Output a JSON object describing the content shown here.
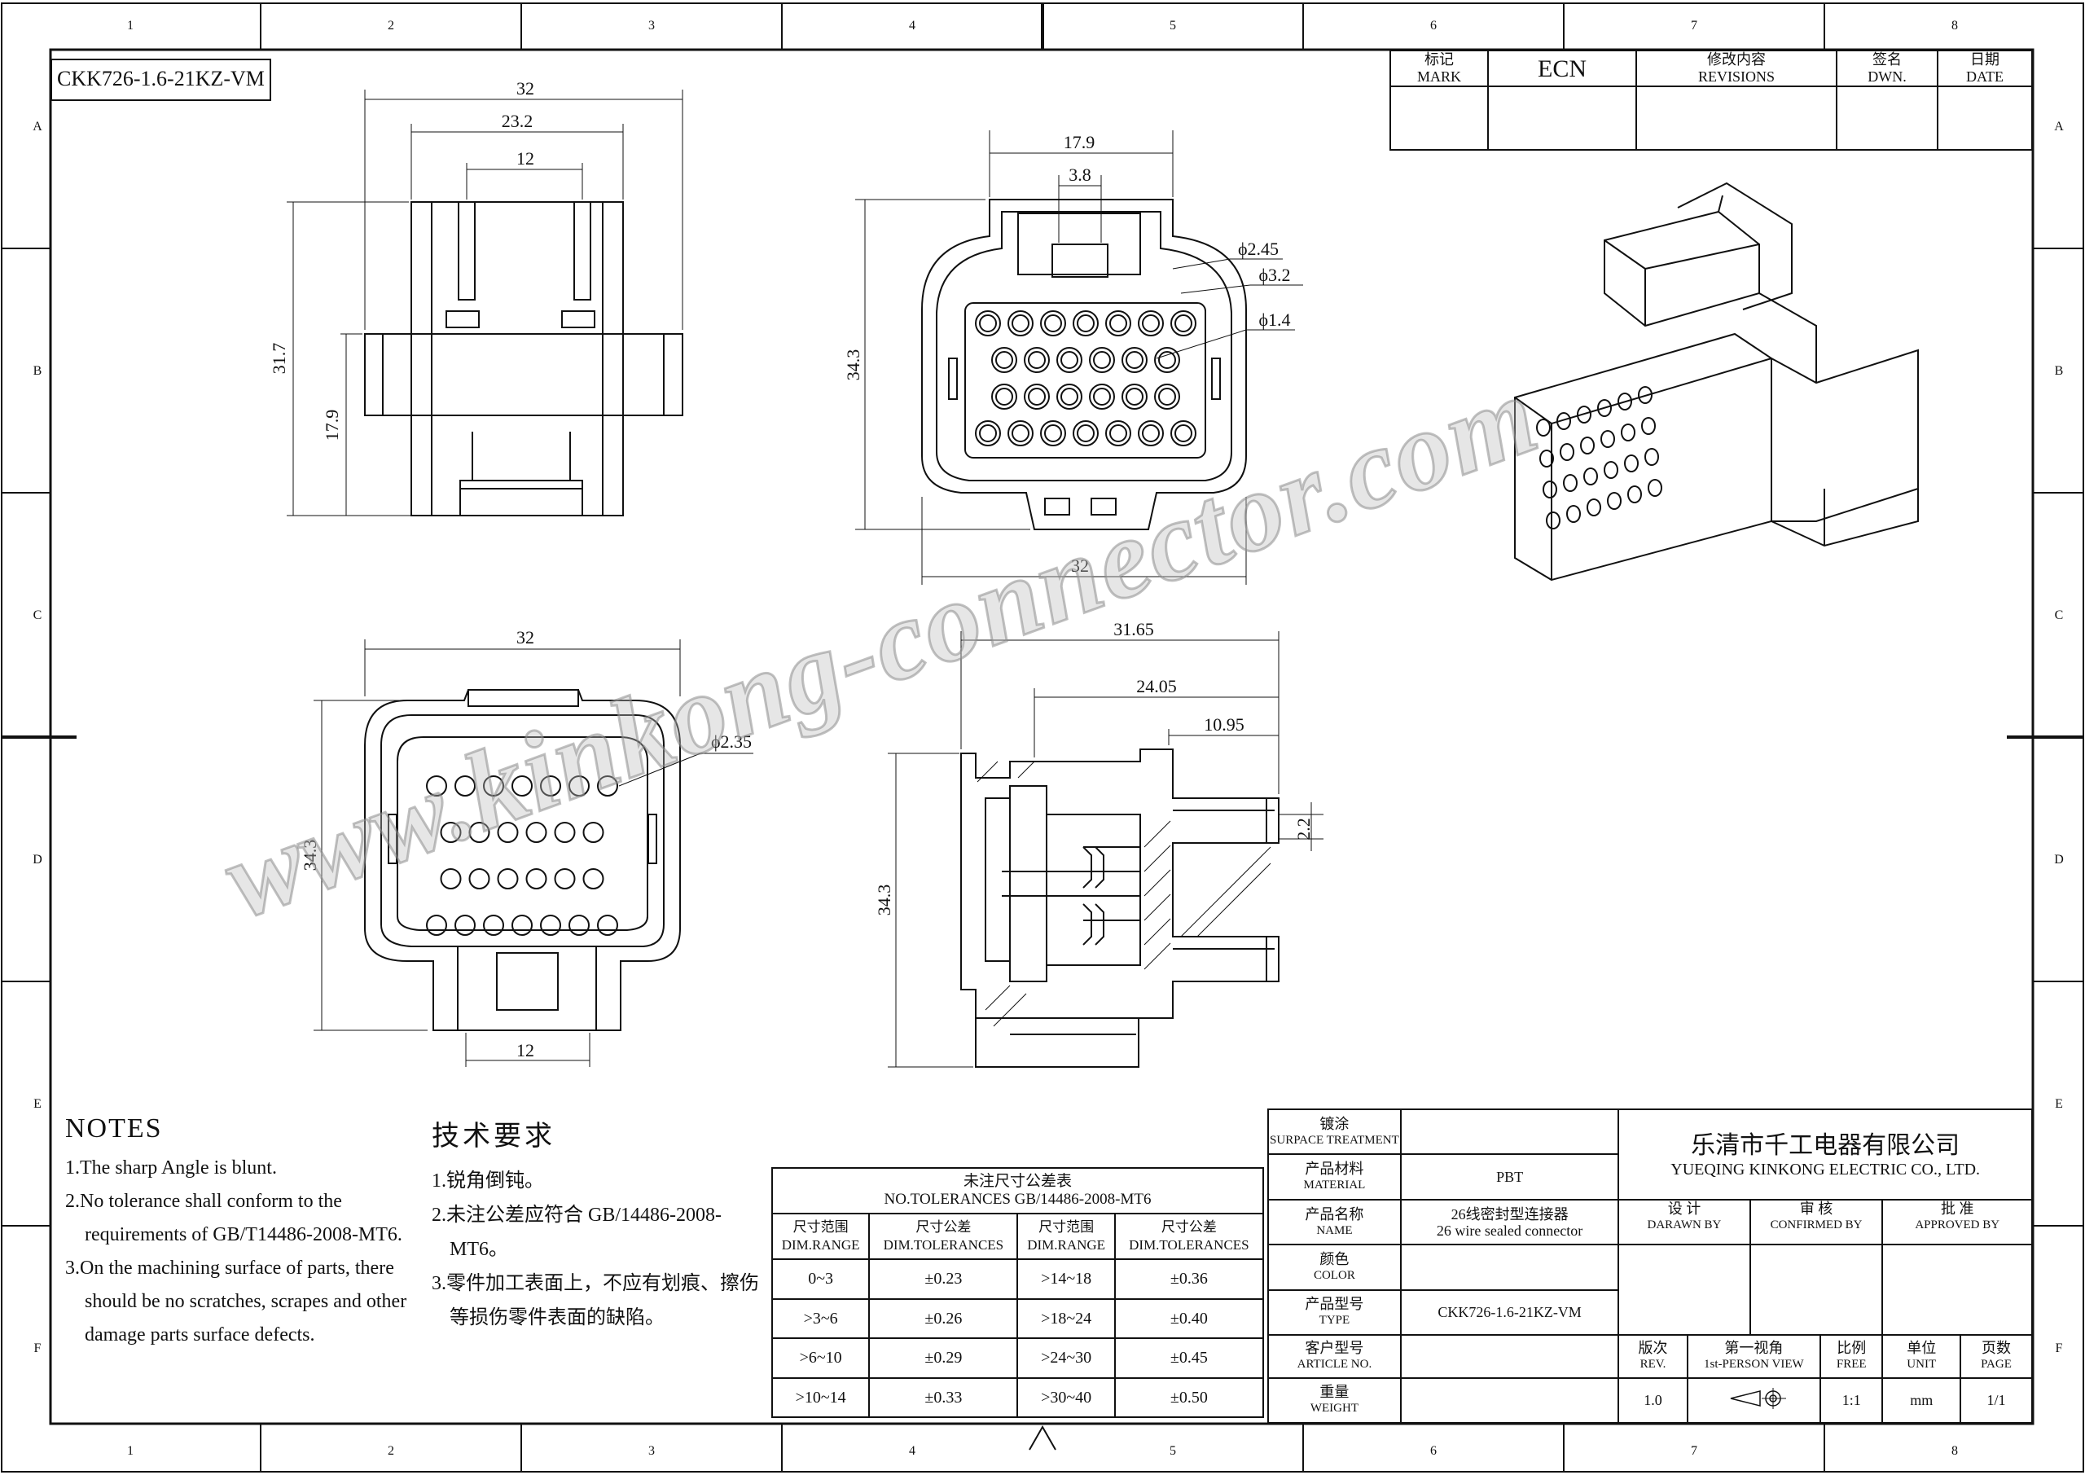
{
  "part_number": "CKK726-1.6-21KZ-VM",
  "zones": {
    "columns": [
      "1",
      "2",
      "3",
      "4",
      "5",
      "6",
      "7",
      "8"
    ],
    "rows": [
      "A",
      "B",
      "C",
      "D",
      "E",
      "F"
    ]
  },
  "revision_table": {
    "headers": [
      {
        "cn": "标记",
        "en": "MARK"
      },
      {
        "cn": "ECN",
        "en": ""
      },
      {
        "cn": "修改内容",
        "en": "REVISIONS"
      },
      {
        "cn": "签名",
        "en": "DWN."
      },
      {
        "cn": "日期",
        "en": "DATE"
      }
    ]
  },
  "views": {
    "top_view": {
      "width_overall": "32",
      "width_mid": "23.2",
      "width_inner": "12",
      "height_overall": "31.7",
      "height_lower": "17.9"
    },
    "front_view": {
      "width_top": "17.9",
      "width_latch": "3.8",
      "width_overall": "32",
      "height": "34.3",
      "dia_1": "ϕ2.45",
      "dia_2": "ϕ3.2",
      "dia_3": "ϕ1.4"
    },
    "rear_view": {
      "width_overall": "32",
      "width_bottom": "12",
      "height": "34.3",
      "dia": "ϕ2.35"
    },
    "side_view": {
      "length_overall": "31.65",
      "length_mid": "24.05",
      "length_short": "10.95",
      "pin_offset": "2.2",
      "height": "34.3"
    }
  },
  "watermark": "www.kinkong-connector.com",
  "notes_en": {
    "title": "NOTES",
    "items": [
      "1.The sharp Angle is blunt.",
      "2.No tolerance shall conform to the requirements of GB/T14486-2008-MT6.",
      "3.On the machining surface of parts, there should be no scratches, scrapes and other damage parts surface defects."
    ]
  },
  "notes_cn": {
    "title": "技术要求",
    "items": [
      "1.锐角倒钝。",
      "2.未注公差应符合 GB/14486-2008-MT6。",
      "3.零件加工表面上，不应有划痕、擦伤等损伤零件表面的缺陷。"
    ]
  },
  "tolerance_table": {
    "title_cn": "未注尺寸公差表",
    "title_en": "NO.TOLERANCES GB/14486-2008-MT6",
    "headers": [
      {
        "cn": "尺寸范围",
        "en": "DIM.RANGE"
      },
      {
        "cn": "尺寸公差",
        "en": "DIM.TOLERANCES"
      },
      {
        "cn": "尺寸范围",
        "en": "DIM.RANGE"
      },
      {
        "cn": "尺寸公差",
        "en": "DIM.TOLERANCES"
      }
    ],
    "rows": [
      [
        "0~3",
        "±0.23",
        ">14~18",
        "±0.36"
      ],
      [
        ">3~6",
        "±0.26",
        ">18~24",
        "±0.40"
      ],
      [
        ">6~10",
        "±0.29",
        ">24~30",
        "±0.45"
      ],
      [
        ">10~14",
        "±0.33",
        ">30~40",
        "±0.50"
      ]
    ]
  },
  "title_block": {
    "fields": [
      {
        "cn": "镀涂",
        "en": "SURPACE TREATMENT",
        "value": ""
      },
      {
        "cn": "产品材料",
        "en": "MATERIAL",
        "value": "PBT"
      },
      {
        "cn": "产品名称",
        "en": "NAME",
        "value": "26线密封型连接器",
        "value2": "26 wire sealed connector"
      },
      {
        "cn": "颜色",
        "en": "COLOR",
        "value": ""
      },
      {
        "cn": "产品型号",
        "en": "TYPE",
        "value": "CKK726-1.6-21KZ-VM"
      },
      {
        "cn": "客户型号",
        "en": "ARTICLE NO.",
        "value": ""
      },
      {
        "cn": "重量",
        "en": "WEIGHT",
        "value": ""
      }
    ],
    "company_cn": "乐清市千工电器有限公司",
    "company_en": "YUEQING KINKONG ELECTRIC CO., LTD.",
    "approvals": [
      {
        "cn": "设 计",
        "en": "DARAWN BY"
      },
      {
        "cn": "审 核",
        "en": "CONFIRMED BY"
      },
      {
        "cn": "批 准",
        "en": "APPROVED BY"
      }
    ],
    "info": [
      {
        "cn": "版次",
        "en": "REV.",
        "value": "1.0"
      },
      {
        "cn": "第一视角",
        "en": "1st-PERSON VIEW",
        "value": ""
      },
      {
        "cn": "比例",
        "en": "FREE",
        "value": "1:1"
      },
      {
        "cn": "单位",
        "en": "UNIT",
        "value": "mm"
      },
      {
        "cn": "页数",
        "en": "PAGE",
        "value": "1/1"
      }
    ]
  }
}
